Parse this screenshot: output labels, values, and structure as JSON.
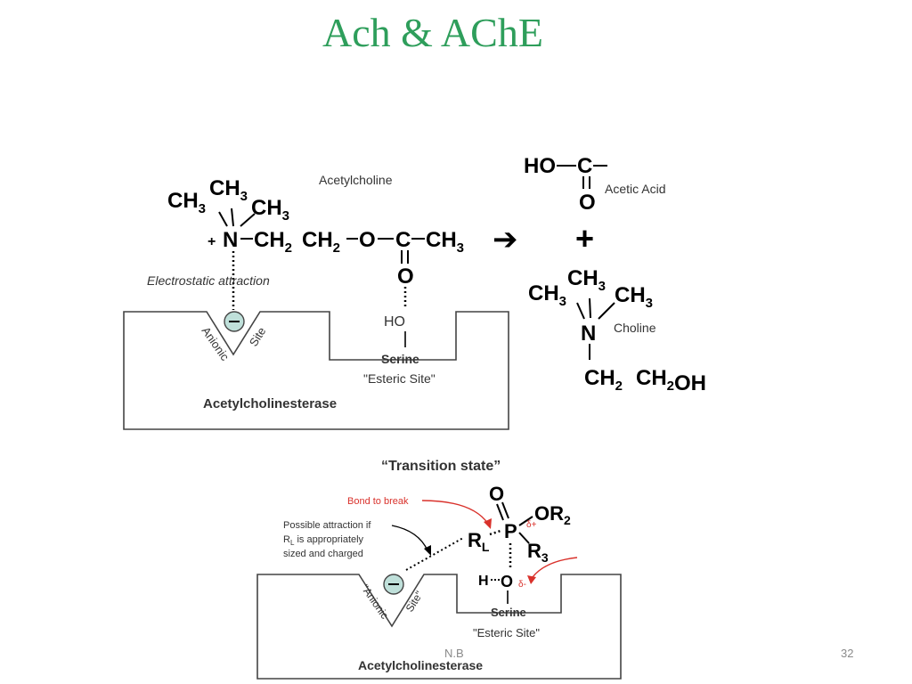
{
  "slide": {
    "title": "Ach & AChE",
    "author": "N.B",
    "page_number": "32"
  },
  "top_diagram": {
    "acetylcholine_label": "Acetylcholine",
    "electrostatic_label": "Electrostatic attraction",
    "anionic_word": "Anionic",
    "site_word": "Site",
    "hydroxyl": "HO",
    "serine_label": "Serine",
    "esteric_label": "\"Esteric Site\"",
    "enzyme_label": "Acetylcholinesterase",
    "acetic_acid_label": "Acetic Acid",
    "choline_label": "Choline",
    "arrow_symbol": "➔",
    "plus_symbol": "+"
  },
  "bottom_diagram": {
    "transition_label": "“Transition state”",
    "bond_label": "Bond to break",
    "attraction_line1": "Possible attraction if",
    "attraction_line2": "R",
    "attraction_line2_sub": "L",
    "attraction_line2_rest": " is appropriately",
    "attraction_line3": "sized and charged",
    "anionic_word": "\"Anionic",
    "site_word": "Site\"",
    "serine_label": "Serine",
    "esteric_label": "\"Esteric Site\"",
    "enzyme_label": "Acetylcholinesterase"
  },
  "colors": {
    "title": "#2e9e5b",
    "anion_fill": "#bfe0da",
    "red_annotation": "#d9312b",
    "outline": "#444444"
  }
}
